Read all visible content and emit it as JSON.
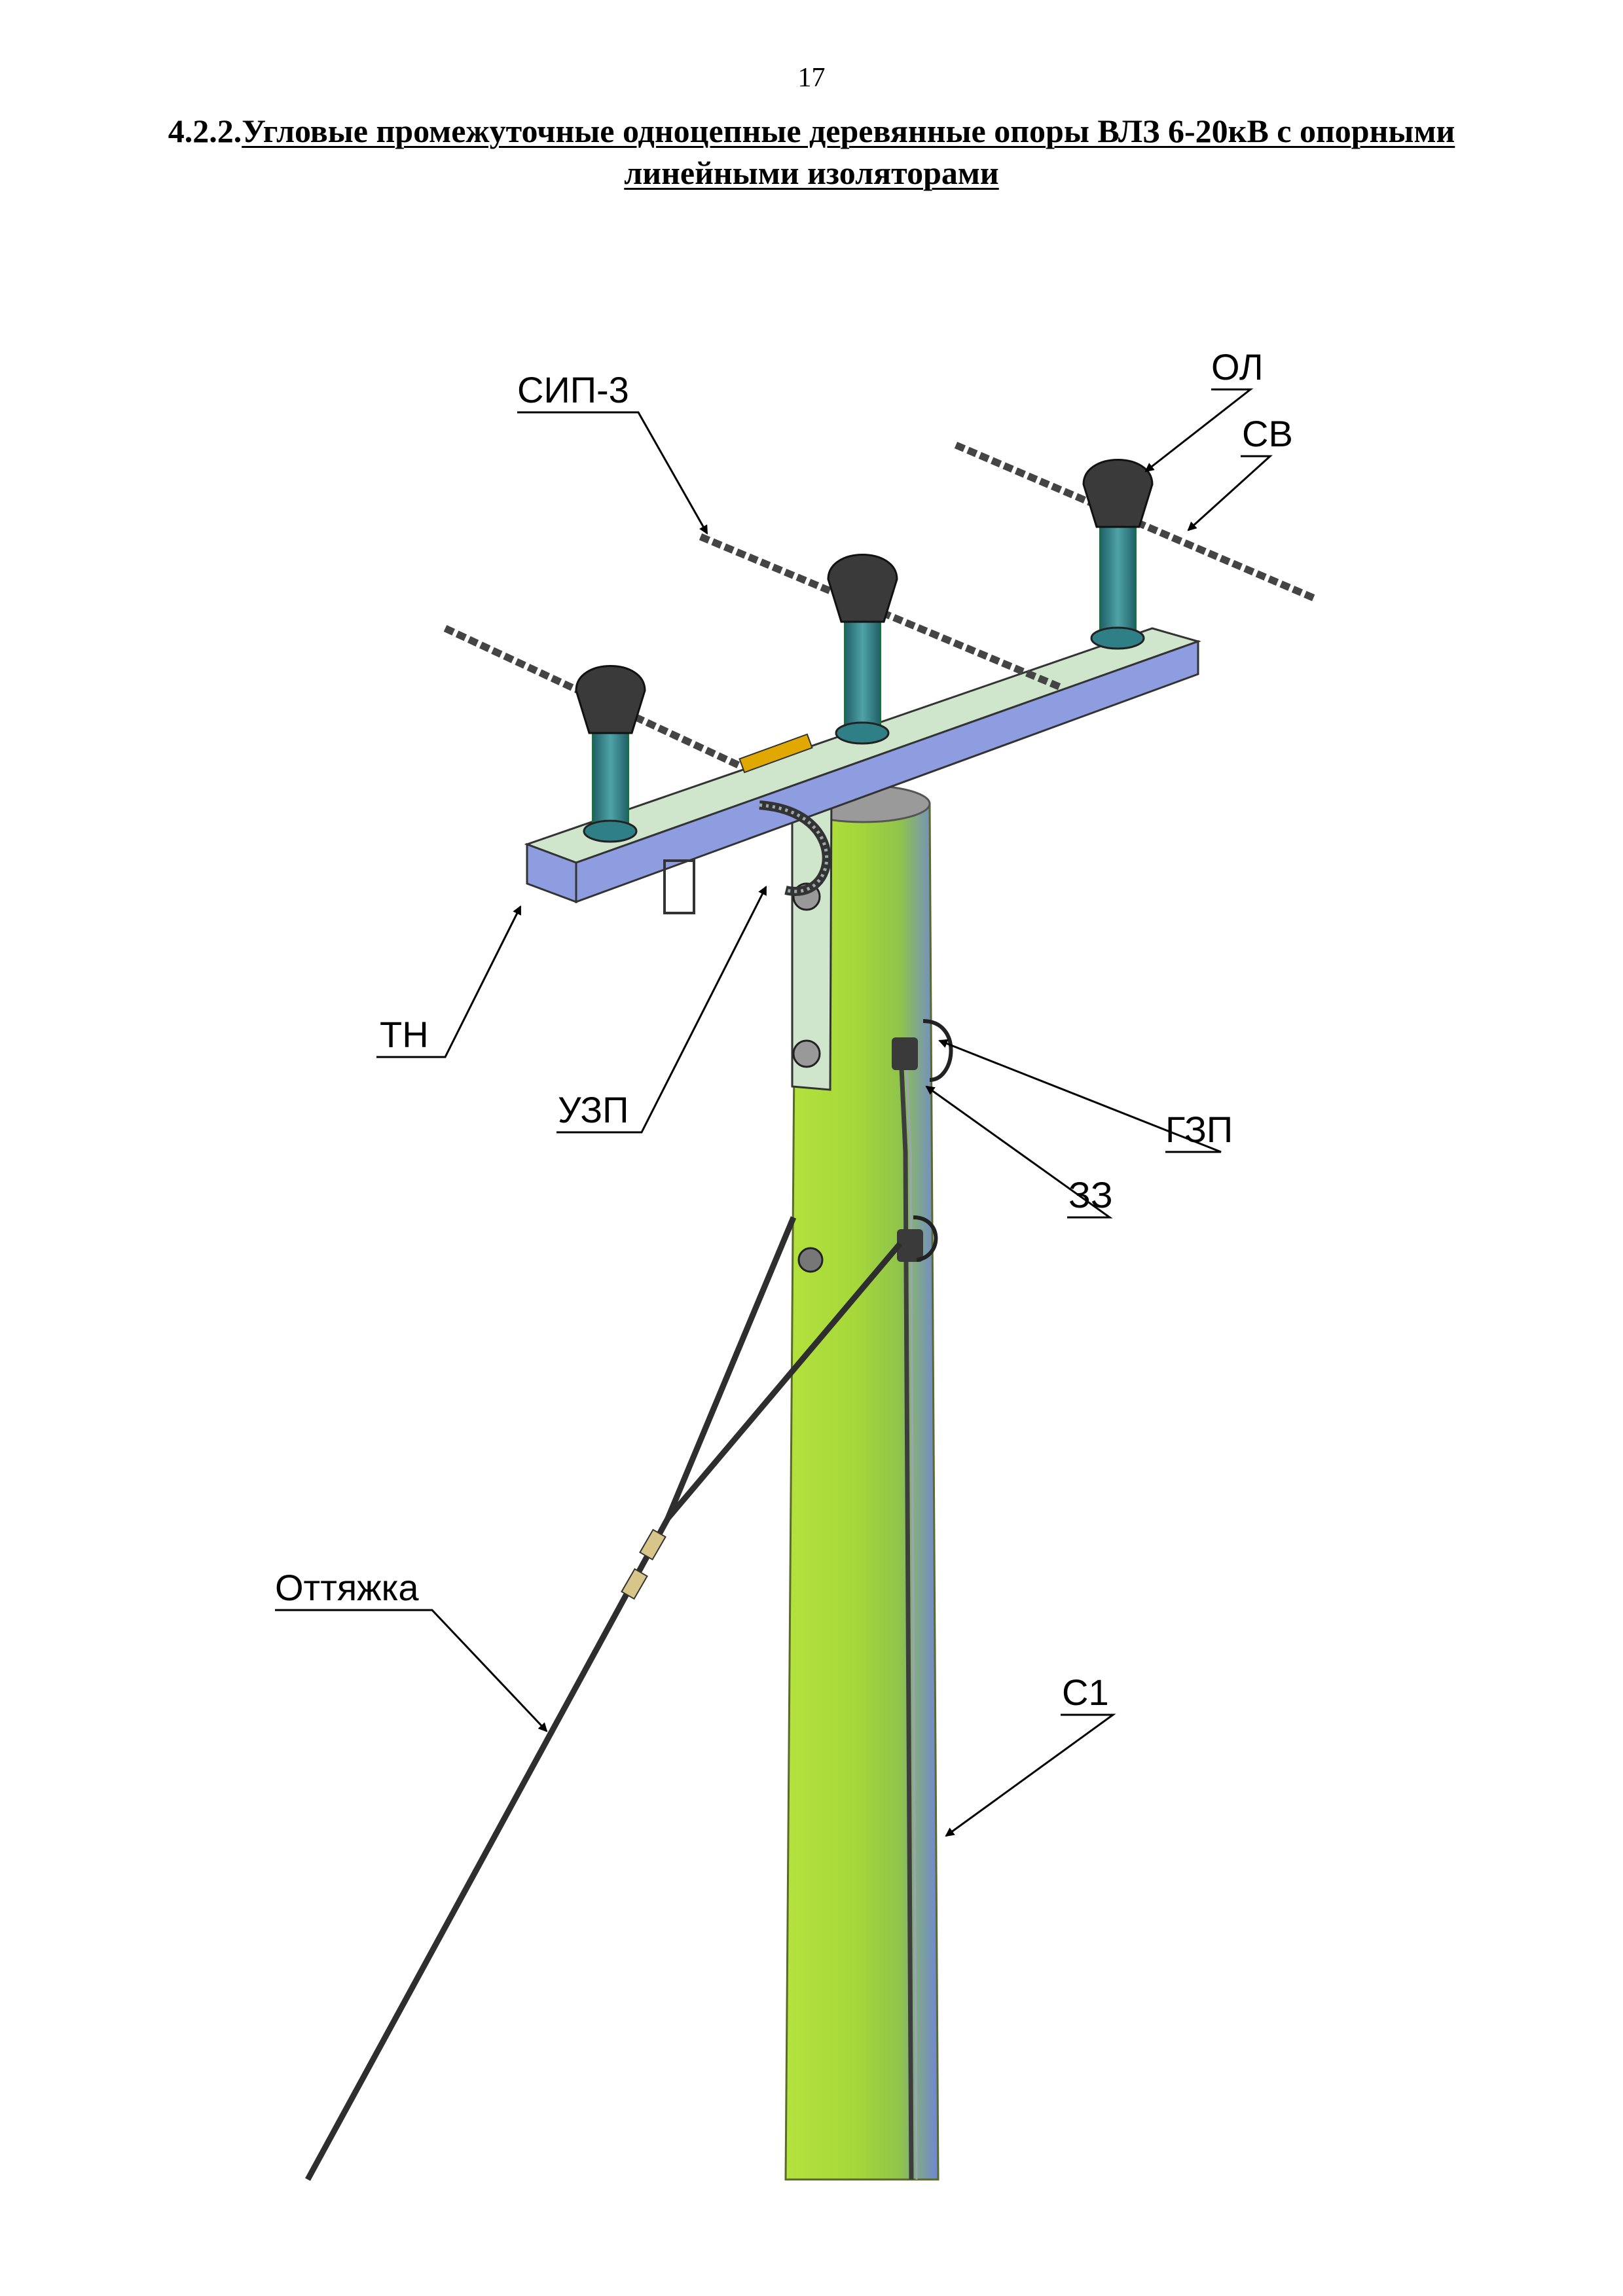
{
  "page": {
    "number": "17",
    "section_number": "4.2.2.",
    "title": "Угловые промежуточные одноцепные деревянные опоры ВЛЗ 6-20кВ с опорными линейными изоляторами"
  },
  "labels": {
    "sip3": "СИП-3",
    "ol": "ОЛ",
    "sv": "СВ",
    "tn": "ТН",
    "uzp": "УЗП",
    "gzp": "ГЗП",
    "zz": "ЗЗ",
    "guy": "Оттяжка",
    "c1": "С1"
  },
  "colors": {
    "pole": "#a9d93c",
    "pole_shade": "#6f8fd0",
    "crossarm_top": "#cfe6cd",
    "crossarm_side": "#8e9ce0",
    "insulator": "#2f7f86",
    "insulator_cap": "#3a3a3a",
    "wire": "#555555"
  }
}
